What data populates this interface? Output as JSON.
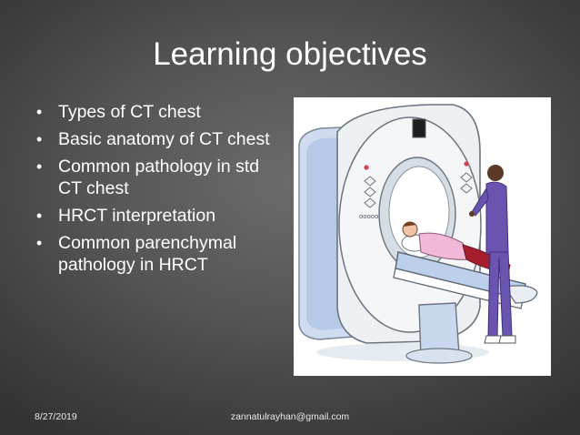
{
  "slide": {
    "title": "Learning objectives",
    "bullets": [
      "Types of CT chest",
      "Basic anatomy  of CT chest",
      "Common pathology in std CT chest",
      "HRCT interpretation",
      "Common parenchymal pathology in HRCT"
    ],
    "bullet_glyph": "•",
    "image": {
      "subject": "ct-scanner-illustration",
      "keypad_text": "ooooo"
    },
    "footer": {
      "date": "8/27/2019",
      "email": "zannatulrayhan@gmail.com"
    }
  }
}
